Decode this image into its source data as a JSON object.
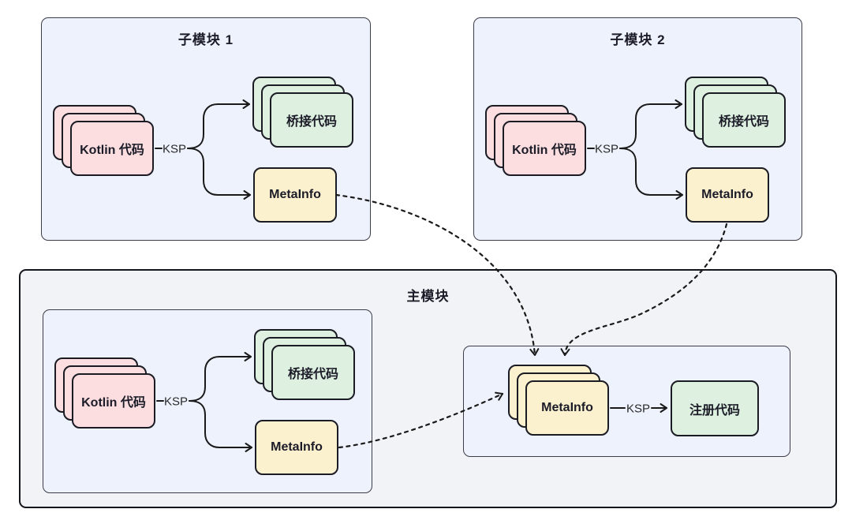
{
  "colors": {
    "page_bg": "#ffffff",
    "module_fill": "#edf2fc",
    "module_border": "#3d3d49",
    "main_fill": "#f2f3f6",
    "main_border": "#15151d",
    "card_border": "#1b1b24",
    "pink_fill": "#fcdee1",
    "green_fill": "#def1e1",
    "yellow_fill": "#fcf1cf",
    "text": "#1c1c28",
    "ksp_text": "#2a2a2a",
    "arrow": "#1a1a1a"
  },
  "modules": {
    "sub1": {
      "title": "子模块 1",
      "kotlin_label": "Kotlin 代码",
      "ksp_label": "KSP",
      "bridge_label": "桥接代码",
      "meta_label": "MetaInfo"
    },
    "sub2": {
      "title": "子模块 2",
      "kotlin_label": "Kotlin 代码",
      "ksp_label": "KSP",
      "bridge_label": "桥接代码",
      "meta_label": "MetaInfo"
    },
    "main": {
      "title": "主模块",
      "inner": {
        "kotlin_label": "Kotlin 代码",
        "ksp_label": "KSP",
        "bridge_label": "桥接代码",
        "meta_label": "MetaInfo"
      },
      "merged_meta_label": "MetaInfo",
      "ksp_label": "KSP",
      "register_label": "注册代码"
    }
  }
}
